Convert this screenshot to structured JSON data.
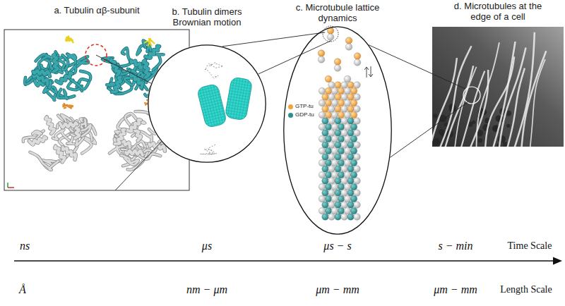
{
  "diagram": {
    "nodes": [
      {
        "text": [
          "a. Tubulin αβ-subunit"
        ]
      },
      {
        "text": [
          "b. Tubulin dimers Brownian motion"
        ]
      },
      {
        "text": [
          "c. Microtubule lattice dynamics"
        ]
      },
      {
        "text": [
          "d. Microtubules at the edge of a cell"
        ]
      }
    ],
    "edges": [
      {
        "from": 0,
        "to": 1,
        "arrow": "none"
      },
      {
        "from": 1,
        "to": 2,
        "arrow": "none"
      },
      {
        "from": 2,
        "to": 3,
        "arrow": "none"
      }
    ],
    "labels": [
      "ns",
      "μs",
      "μs − s",
      "s − min",
      "Time Scale",
      "Å",
      "nm − μm",
      "μm − mm",
      "μm − mm",
      "Length Scale"
    ],
    "legend": [
      {
        "text": "GTP-tu",
        "color": "#f0a33a"
      },
      {
        "text": "GDP-tu",
        "color": "#2a8f8f"
      }
    ]
  }
}
